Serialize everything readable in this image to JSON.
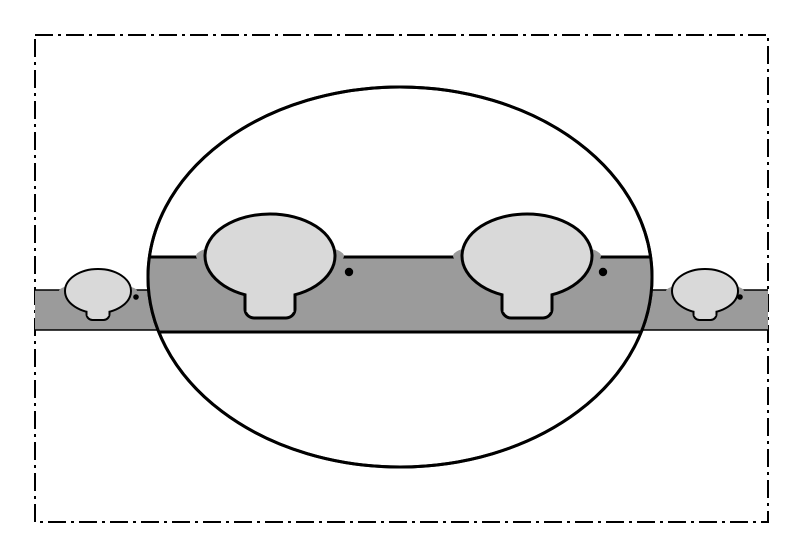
{
  "colors": {
    "background": "#ffffff",
    "band": "#9b9b9b",
    "head": "#d9d9d9",
    "outline": "#000000"
  },
  "figure": {
    "frame_style": "dash-dot",
    "structures_inside_ellipse": 2,
    "structures_outside_ellipse": 2
  }
}
